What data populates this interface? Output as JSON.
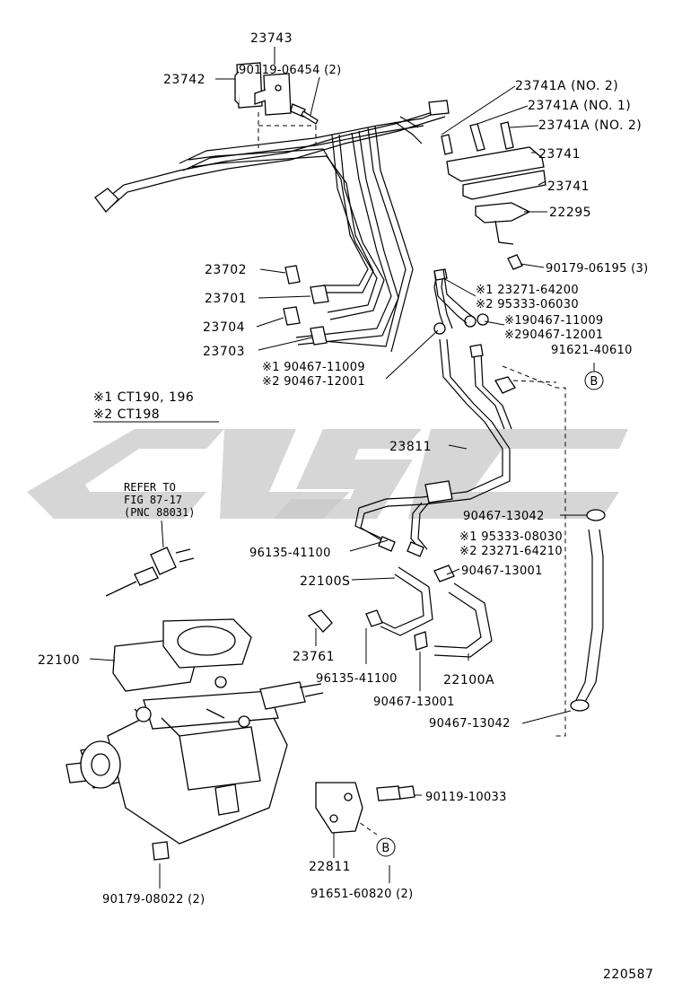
{
  "parts": {
    "p23743": "23743",
    "p23742": "23742",
    "p90119_06454": "90119-06454 (2)",
    "p23741a_no2_top": "23741A (NO. 2)",
    "p23741a_no1": "23741A (NO. 1)",
    "p23741a_no2_b": "23741A (NO. 2)",
    "p23741_a": "23741",
    "p23741_b": "23741",
    "p22295": "22295",
    "p90179_06195": "90179-06195 (3)",
    "p23702": "23702",
    "p23701": "23701",
    "p23704": "23704",
    "p23703": "23703",
    "p23271_64200": "※1 23271-64200",
    "p95333_06030": "※2 95333-06030",
    "p90467_11009_r": "※190467-11009",
    "p90467_12001_r": "※290467-12001",
    "p91621_40610": "91621-40610",
    "p90467_11009_l": "※1 90467-11009",
    "p90467_12001_l": "※2 90467-12001",
    "p23811": "23811",
    "p90467_13042_a": "90467-13042",
    "p95333_08030": "※1 95333-08030",
    "p23271_64210": "※2 23271-64210",
    "p96135_41100_a": "96135-41100",
    "p22100s": "22100S",
    "p90467_13001_a": "90467-13001",
    "p22100": "22100",
    "p23761": "23761",
    "p96135_41100_b": "96135-41100",
    "p22100a": "22100A",
    "p90467_13001_b": "90467-13001",
    "p90467_13042_b": "90467-13042",
    "p90119_10033": "90119-10033",
    "p22811": "22811",
    "p91651_60820": "91651-60820 (2)",
    "p90179_08022": "90179-08022 (2)"
  },
  "legend": {
    "note1": "※1 CT190, 196",
    "note2": "※2 CT198"
  },
  "refer": {
    "line1": "REFER TO",
    "line2": "FIG 87-17",
    "line3": "(PNC 88031)"
  },
  "markers": {
    "b1": "B",
    "b2": "B"
  },
  "figure_id": "220587",
  "colors": {
    "watermark": "#c8c8c8",
    "ink": "#000000"
  }
}
